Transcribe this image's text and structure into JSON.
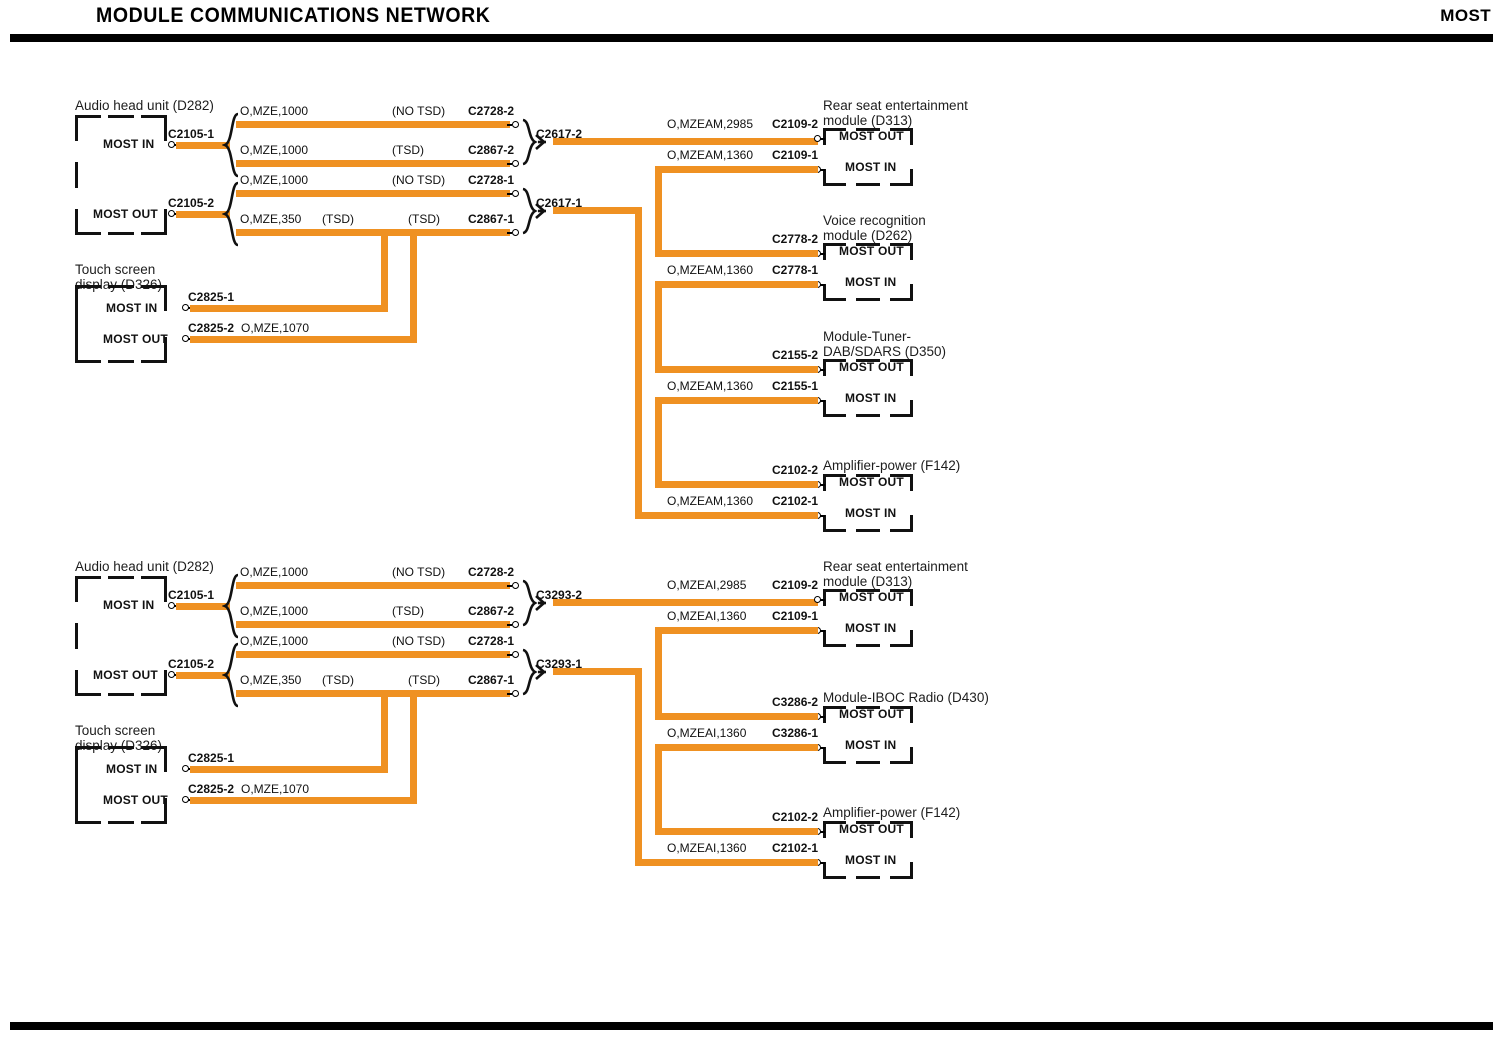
{
  "header": {
    "title": "MODULE COMMUNICATIONS NETWORK",
    "right_label": "MOST"
  },
  "colors": {
    "wire_orange": "#ef9122",
    "ink": "#111111",
    "rule": "#000000"
  },
  "port_labels": {
    "in": "MOST IN",
    "out": "MOST OUT"
  },
  "diagrams": [
    {
      "id": "most-network-am",
      "source_modules": [
        {
          "name": "audio-head-unit",
          "title": "Audio head unit (D282)",
          "ports": [
            {
              "port": "MOST IN",
              "connector": "C2105-1"
            },
            {
              "port": "MOST OUT",
              "connector": "C2105-2"
            }
          ]
        },
        {
          "name": "touch-screen-display",
          "title": "Touch screen\ndisplay (D326)",
          "ports": [
            {
              "port": "MOST IN",
              "connector": "C2825-1",
              "wire": ""
            },
            {
              "port": "MOST OUT",
              "connector": "C2825-2",
              "wire": "O,MZE,1070"
            }
          ]
        }
      ],
      "branch_wires": [
        {
          "wire": "O,MZE,1000",
          "tsd": "(NO TSD)",
          "connector": "C2728-2"
        },
        {
          "wire": "O,MZE,1000",
          "tsd": "(TSD)",
          "connector": "C2867-2"
        },
        {
          "wire": "O,MZE,1000",
          "tsd": "(NO TSD)",
          "connector": "C2728-1"
        },
        {
          "wire": "O,MZE,350",
          "tsd": "(TSD)",
          "tsd2": "(TSD)",
          "connector": "C2867-1"
        }
      ],
      "splices": [
        {
          "connector": "C2617-2"
        },
        {
          "connector": "C2617-1"
        }
      ],
      "destination_modules": [
        {
          "title": "Rear seat entertainment\nmodule (D313)",
          "ports": [
            {
              "port": "MOST OUT",
              "connector": "C2109-2",
              "wire": "O,MZEAM,2985"
            },
            {
              "port": "MOST IN",
              "connector": "C2109-1",
              "wire": "O,MZEAM,1360"
            }
          ]
        },
        {
          "title": "Voice recognition\nmodule (D262)",
          "ports": [
            {
              "port": "MOST OUT",
              "connector": "C2778-2",
              "wire": ""
            },
            {
              "port": "MOST IN",
              "connector": "C2778-1",
              "wire": "O,MZEAM,1360"
            }
          ]
        },
        {
          "title": "Module-Tuner-\nDAB/SDARS (D350)",
          "ports": [
            {
              "port": "MOST OUT",
              "connector": "C2155-2",
              "wire": ""
            },
            {
              "port": "MOST IN",
              "connector": "C2155-1",
              "wire": "O,MZEAM,1360"
            }
          ]
        },
        {
          "title": "Amplifier-power (F142)",
          "ports": [
            {
              "port": "MOST OUT",
              "connector": "C2102-2",
              "wire": ""
            },
            {
              "port": "MOST IN",
              "connector": "C2102-1",
              "wire": "O,MZEAM,1360"
            }
          ]
        }
      ]
    },
    {
      "id": "most-network-ai",
      "source_modules": [
        {
          "name": "audio-head-unit",
          "title": "Audio head unit (D282)",
          "ports": [
            {
              "port": "MOST IN",
              "connector": "C2105-1"
            },
            {
              "port": "MOST OUT",
              "connector": "C2105-2"
            }
          ]
        },
        {
          "name": "touch-screen-display",
          "title": "Touch screen\ndisplay (D326)",
          "ports": [
            {
              "port": "MOST IN",
              "connector": "C2825-1",
              "wire": ""
            },
            {
              "port": "MOST OUT",
              "connector": "C2825-2",
              "wire": "O,MZE,1070"
            }
          ]
        }
      ],
      "branch_wires": [
        {
          "wire": "O,MZE,1000",
          "tsd": "(NO TSD)",
          "connector": "C2728-2"
        },
        {
          "wire": "O,MZE,1000",
          "tsd": "(TSD)",
          "connector": "C2867-2"
        },
        {
          "wire": "O,MZE,1000",
          "tsd": "(NO TSD)",
          "connector": "C2728-1"
        },
        {
          "wire": "O,MZE,350",
          "tsd": "(TSD)",
          "tsd2": "(TSD)",
          "connector": "C2867-1"
        }
      ],
      "splices": [
        {
          "connector": "C3293-2"
        },
        {
          "connector": "C3293-1"
        }
      ],
      "destination_modules": [
        {
          "title": "Rear seat entertainment\nmodule (D313)",
          "ports": [
            {
              "port": "MOST OUT",
              "connector": "C2109-2",
              "wire": "O,MZEAI,2985"
            },
            {
              "port": "MOST IN",
              "connector": "C2109-1",
              "wire": "O,MZEAI,1360"
            }
          ]
        },
        {
          "title": "Module-IBOC Radio (D430)",
          "ports": [
            {
              "port": "MOST OUT",
              "connector": "C3286-2",
              "wire": ""
            },
            {
              "port": "MOST IN",
              "connector": "C3286-1",
              "wire": "O,MZEAI,1360"
            }
          ]
        },
        {
          "title": "Amplifier-power (F142)",
          "ports": [
            {
              "port": "MOST OUT",
              "connector": "C2102-2",
              "wire": ""
            },
            {
              "port": "MOST IN",
              "connector": "C2102-1",
              "wire": "O,MZEAI,1360"
            }
          ]
        }
      ]
    }
  ]
}
